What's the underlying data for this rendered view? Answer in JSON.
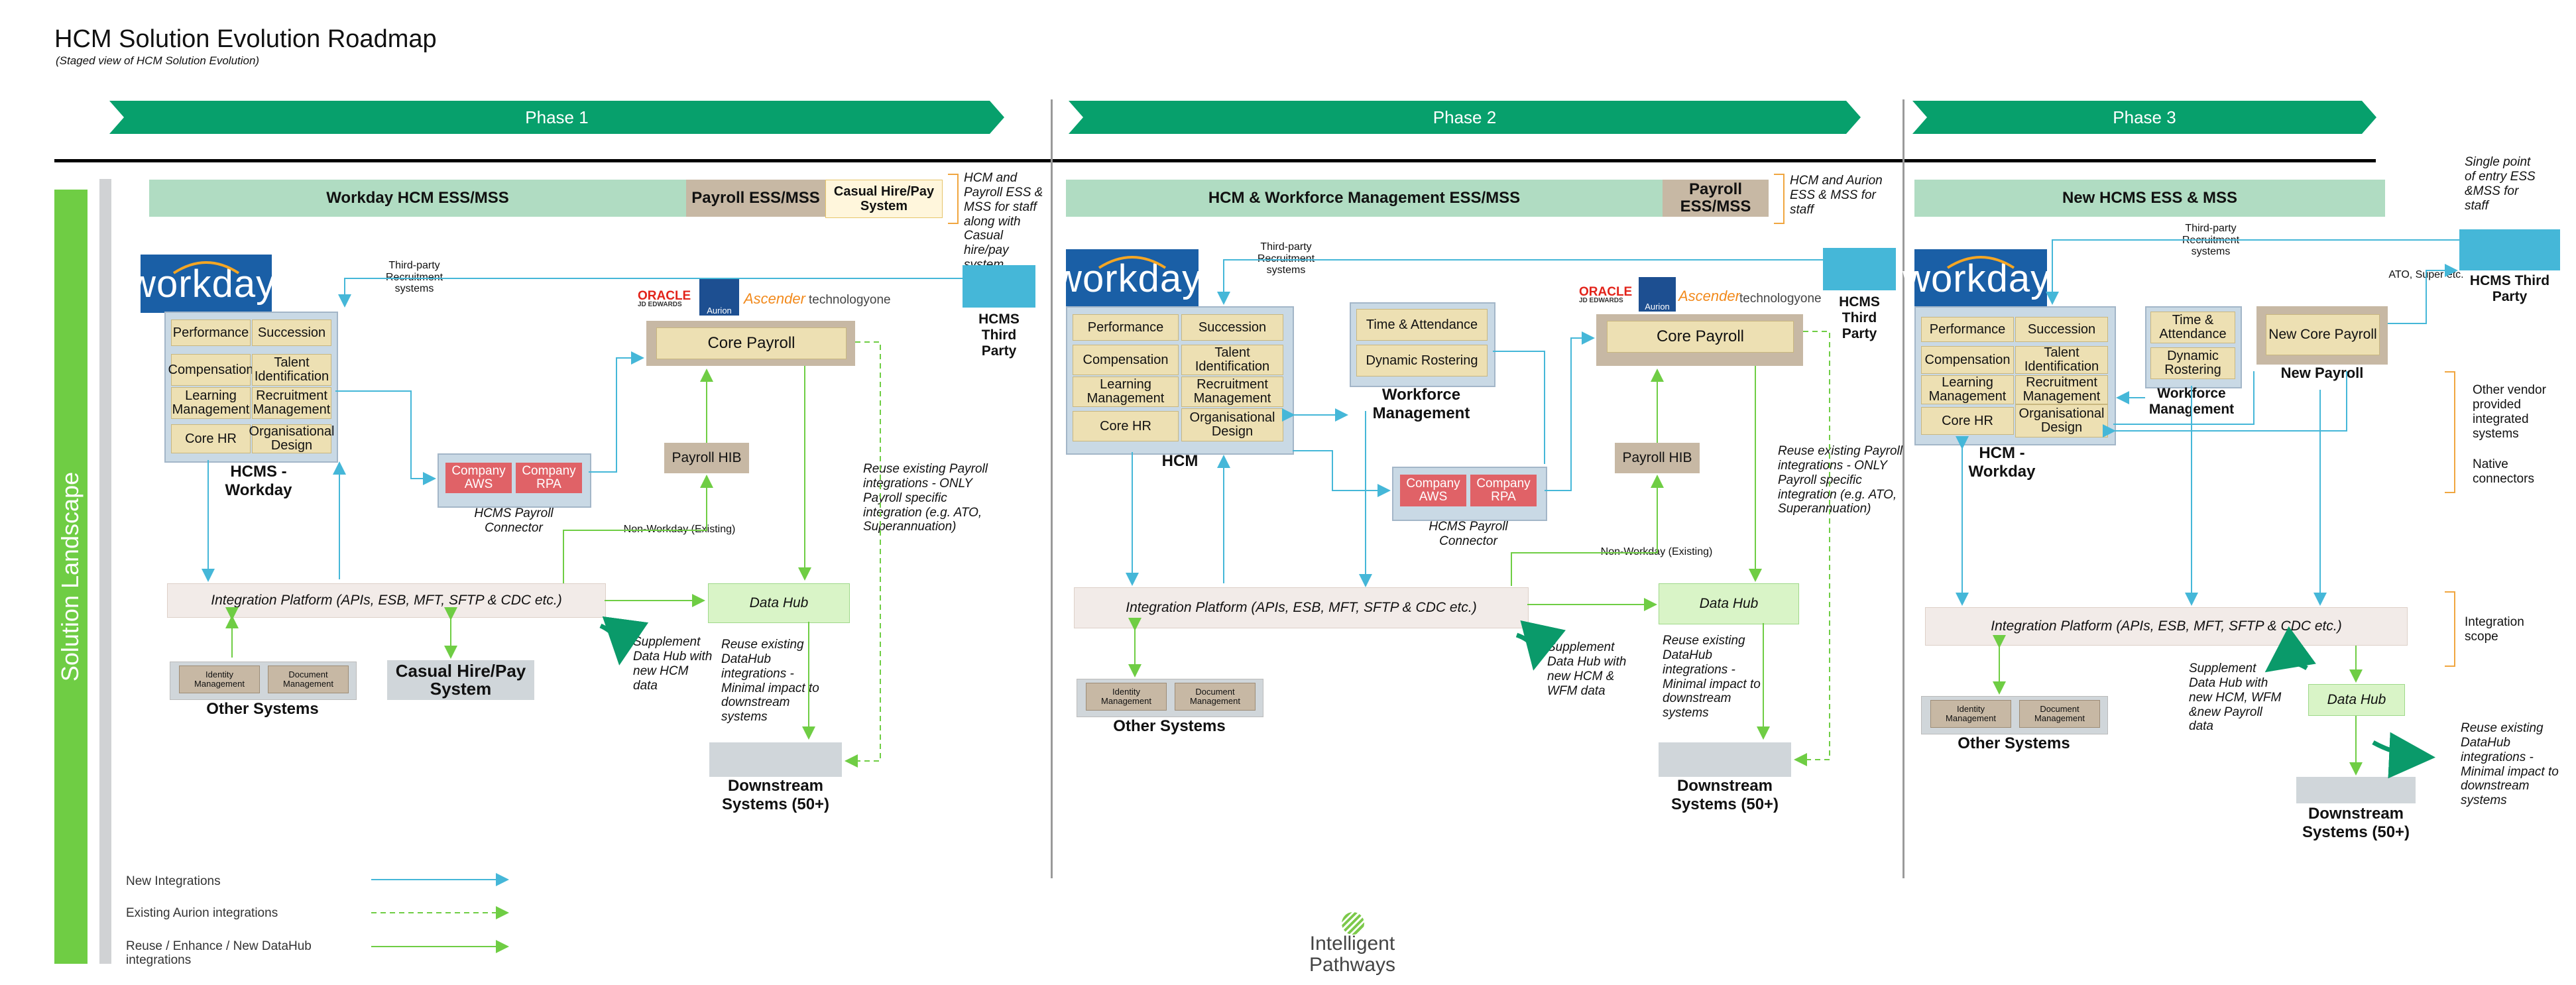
{
  "title": "HCM Solution Evolution Roadmap",
  "subtitle": "(Staged view of HCM Solution Evolution)",
  "side_label": "Solution Landscape",
  "phases": [
    {
      "banner": "Phase 1",
      "ess_bar": "Workday HCM ESS/MSS",
      "payroll_bar": "Payroll ESS/MSS",
      "casual_bar": "Casual Hire/Pay System",
      "ess_note": "HCM and Payroll ESS & MSS for staff along with Casual hire/pay system",
      "hcm_logo": "workday.",
      "modules": [
        "Performance",
        "Succession",
        "Compensation",
        "Talent Identification",
        "Learning Management",
        "Recruitment Management",
        "Core HR",
        "Organisational Design"
      ],
      "hcm_label": "HCMS - Workday",
      "third_party_label": "Third-party Recruitment systems",
      "third_party_system": "HCMS Third Party",
      "vendor_oracle": "ORACLE",
      "vendor_jde": "JD EDWARDS",
      "vendor_aurion": "Aurion",
      "vendor_ascender": "Ascender",
      "vendor_techone": "technologyone",
      "core_payroll": "Core Payroll",
      "payroll_hib": "Payroll HIB",
      "connector_modules": [
        "Company AWS",
        "Company RPA"
      ],
      "connector_label": "HCMS Payroll Connector",
      "non_workday": "Non-Workday (Existing)",
      "payroll_note": "Reuse existing Payroll integrations - ONLY Payroll specific integration (e.g. ATO, Superannuation)",
      "integration_platform": "Integration Platform (APIs, ESB, MFT, SFTP & CDC etc.)",
      "data_hub": "Data Hub",
      "supplement_note": "Supplement Data Hub with new HCM data",
      "reuse_note": "Reuse existing DataHub integrations - Minimal impact to downstream systems",
      "downstream": "Downstream Systems (50+)",
      "other_modules": [
        "Identity Management",
        "Document Management"
      ],
      "other_label": "Other Systems",
      "casual_system": "Casual Hire/Pay System"
    },
    {
      "banner": "Phase 2",
      "ess_bar": "HCM & Workforce Management ESS/MSS",
      "payroll_bar": "Payroll ESS/MSS",
      "ess_note": "HCM and Aurion ESS & MSS for staff",
      "hcm_logo": "workday.",
      "modules": [
        "Performance",
        "Succession",
        "Compensation",
        "Talent Identification",
        "Learning Management",
        "Recruitment Management",
        "Core HR",
        "Organisational Design"
      ],
      "hcm_label": "HCM",
      "wfm_modules": [
        "Time & Attendance",
        "Dynamic Rostering"
      ],
      "wfm_label": "Workforce Management",
      "third_party_label": "Third-party Recruitment systems",
      "third_party_system": "HCMS Third Party",
      "vendor_oracle": "ORACLE",
      "vendor_jde": "JD EDWARDS",
      "vendor_aurion": "Aurion",
      "vendor_ascender": "Ascender",
      "vendor_techone": "technologyone",
      "core_payroll": "Core Payroll",
      "payroll_hib": "Payroll HIB",
      "connector_modules": [
        "Company AWS",
        "Company RPA"
      ],
      "connector_label": "HCMS Payroll Connector",
      "non_workday": "Non-Workday (Existing)",
      "payroll_note": "Reuse existing Payroll integrations - ONLY Payroll specific integration (e.g. ATO, Superannuation)",
      "integration_platform": "Integration Platform (APIs, ESB, MFT, SFTP & CDC etc.)",
      "data_hub": "Data Hub",
      "supplement_note": "Supplement Data Hub with new HCM & WFM data",
      "reuse_note": "Reuse existing DataHub integrations - Minimal impact to downstream systems",
      "downstream": "Downstream Systems (50+)",
      "other_modules": [
        "Identity Management",
        "Document Management"
      ],
      "other_label": "Other Systems"
    },
    {
      "banner": "Phase 3",
      "ess_bar": "New HCMS ESS & MSS",
      "ess_note": "Single point of entry ESS &MSS for staff",
      "hcm_logo": "workday.",
      "modules": [
        "Performance",
        "Succession",
        "Compensation",
        "Talent Identification",
        "Learning Management",
        "Recruitment Management",
        "Core HR",
        "Organisational Design"
      ],
      "hcm_label": "HCM - Workday",
      "wfm_modules": [
        "Time & Attendance",
        "Dynamic Rostering"
      ],
      "wfm_label": "Workforce Management",
      "new_payroll_module": "New Core Payroll",
      "new_payroll_label": "New Payroll",
      "third_party_label": "Third-party Recruitment systems",
      "third_party_system": "HCMS Third Party",
      "ato_label": "ATO, Super etc.",
      "vendor_note": "Other vendor provided integrated systems",
      "native_note": "Native connectors",
      "integration_scope": "Integration scope",
      "integration_platform": "Integration Platform (APIs, ESB, MFT, SFTP & CDC etc.)",
      "data_hub": "Data Hub",
      "supplement_note": "Supplement Data Hub with new HCM, WFM &new Payroll data",
      "reuse_note": "Reuse existing DataHub integrations - Minimal impact to downstream systems",
      "downstream": "Downstream Systems (50+)",
      "other_modules": [
        "Identity Management",
        "Document Management"
      ],
      "other_label": "Other Systems"
    }
  ],
  "legend": [
    {
      "label": "New Integrations",
      "color": "#45b7d8",
      "style": "solid"
    },
    {
      "label": "Existing Aurion integrations",
      "color": "#6fcd44",
      "style": "dashed"
    },
    {
      "label": "Reuse / Enhance / New DataHub integrations",
      "color": "#6fcd44",
      "style": "solid"
    }
  ],
  "brand": {
    "line1": "Intelligent",
    "line2": "Pathways"
  },
  "colors": {
    "phase_banner": "#07a06c",
    "landscape_bar": "#6fcd44",
    "new_integration": "#45b7d8",
    "datahub_integration": "#6fcd44"
  }
}
